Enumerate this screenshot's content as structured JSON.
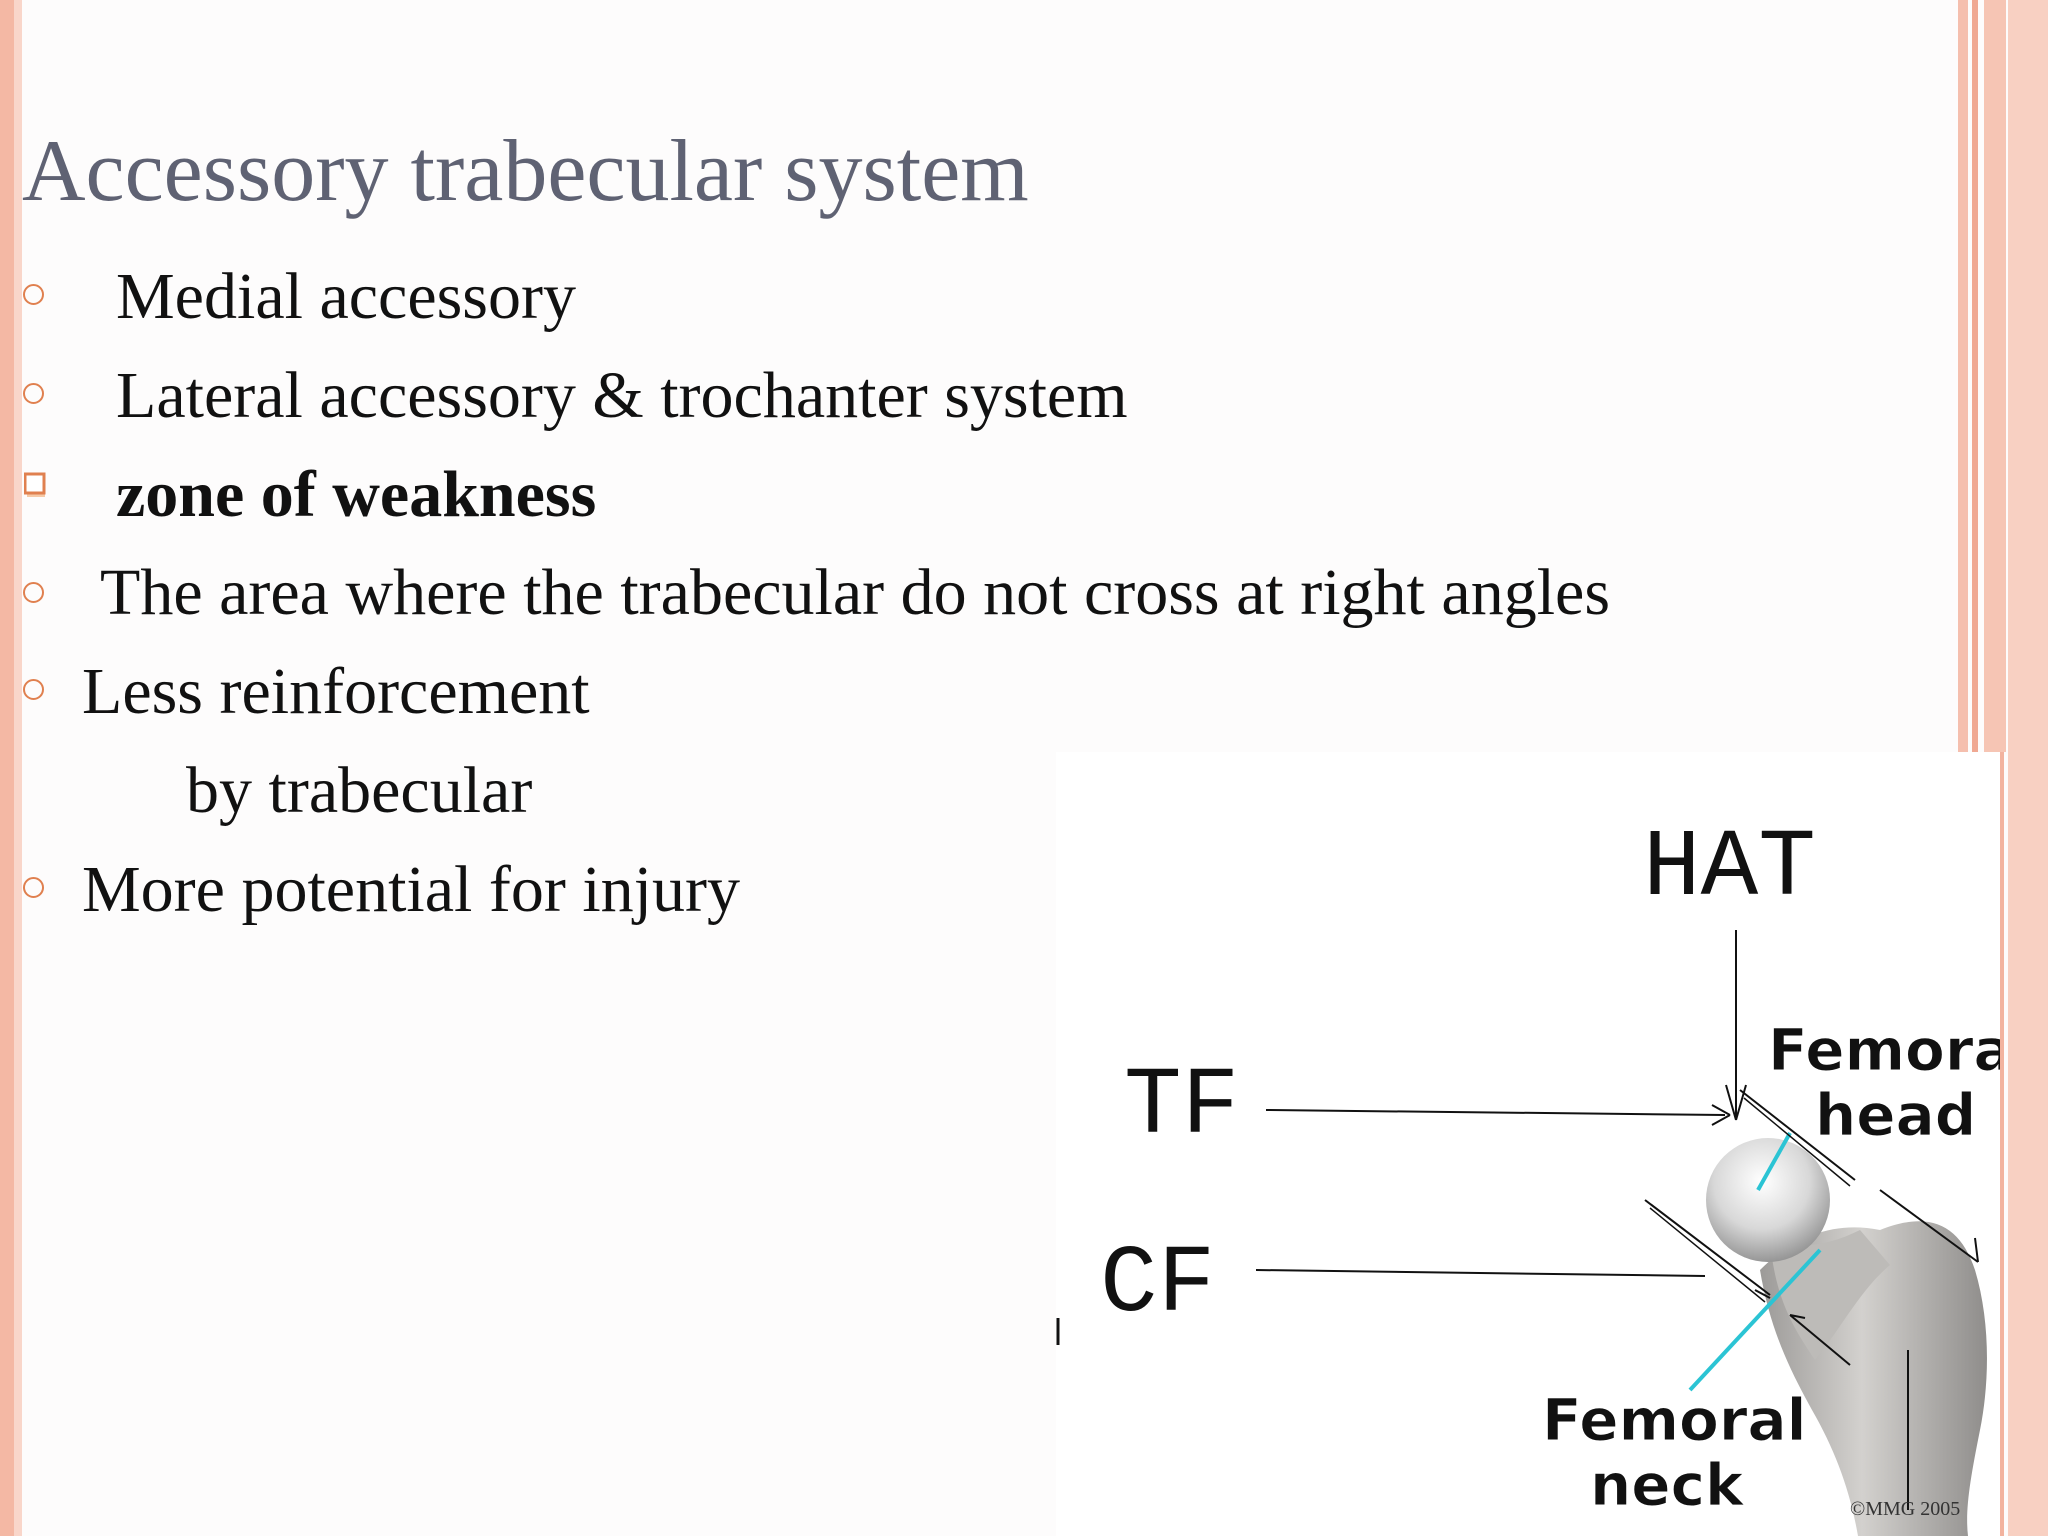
{
  "slide": {
    "title": "Accessory trabecular system",
    "bullets": [
      {
        "text": "Medial accessory",
        "marker": "circle",
        "bold": false
      },
      {
        "text": "Lateral accessory & trochanter system",
        "marker": "circle",
        "bold": false
      },
      {
        "text": "zone of weakness",
        "marker": "square",
        "bold": true
      },
      {
        "text": "The area where the trabecular do not cross at right angles",
        "marker": "circle",
        "bold": false
      },
      {
        "text": "Less reinforcement",
        "marker": "circle",
        "bold": false
      },
      {
        "text": "by trabecular",
        "marker": "none",
        "bold": false
      },
      {
        "text": "More potential for injury",
        "marker": "circle",
        "bold": false
      }
    ]
  },
  "diagram": {
    "label_hat": "HAT",
    "label_tf": "TF",
    "label_cf": "CF",
    "label_femoral_head_1": "Femoral",
    "label_femoral_head_2": "head",
    "label_femoral_neck_1": "Femoral",
    "label_femoral_neck_2": "neck",
    "copyright": "©MMG 2005"
  },
  "colors": {
    "title": "#5f6273",
    "bullet_marker": "#e0804f",
    "border_stripe": "#f4b8a4",
    "annotation_cyan": "#2bc4d4"
  }
}
